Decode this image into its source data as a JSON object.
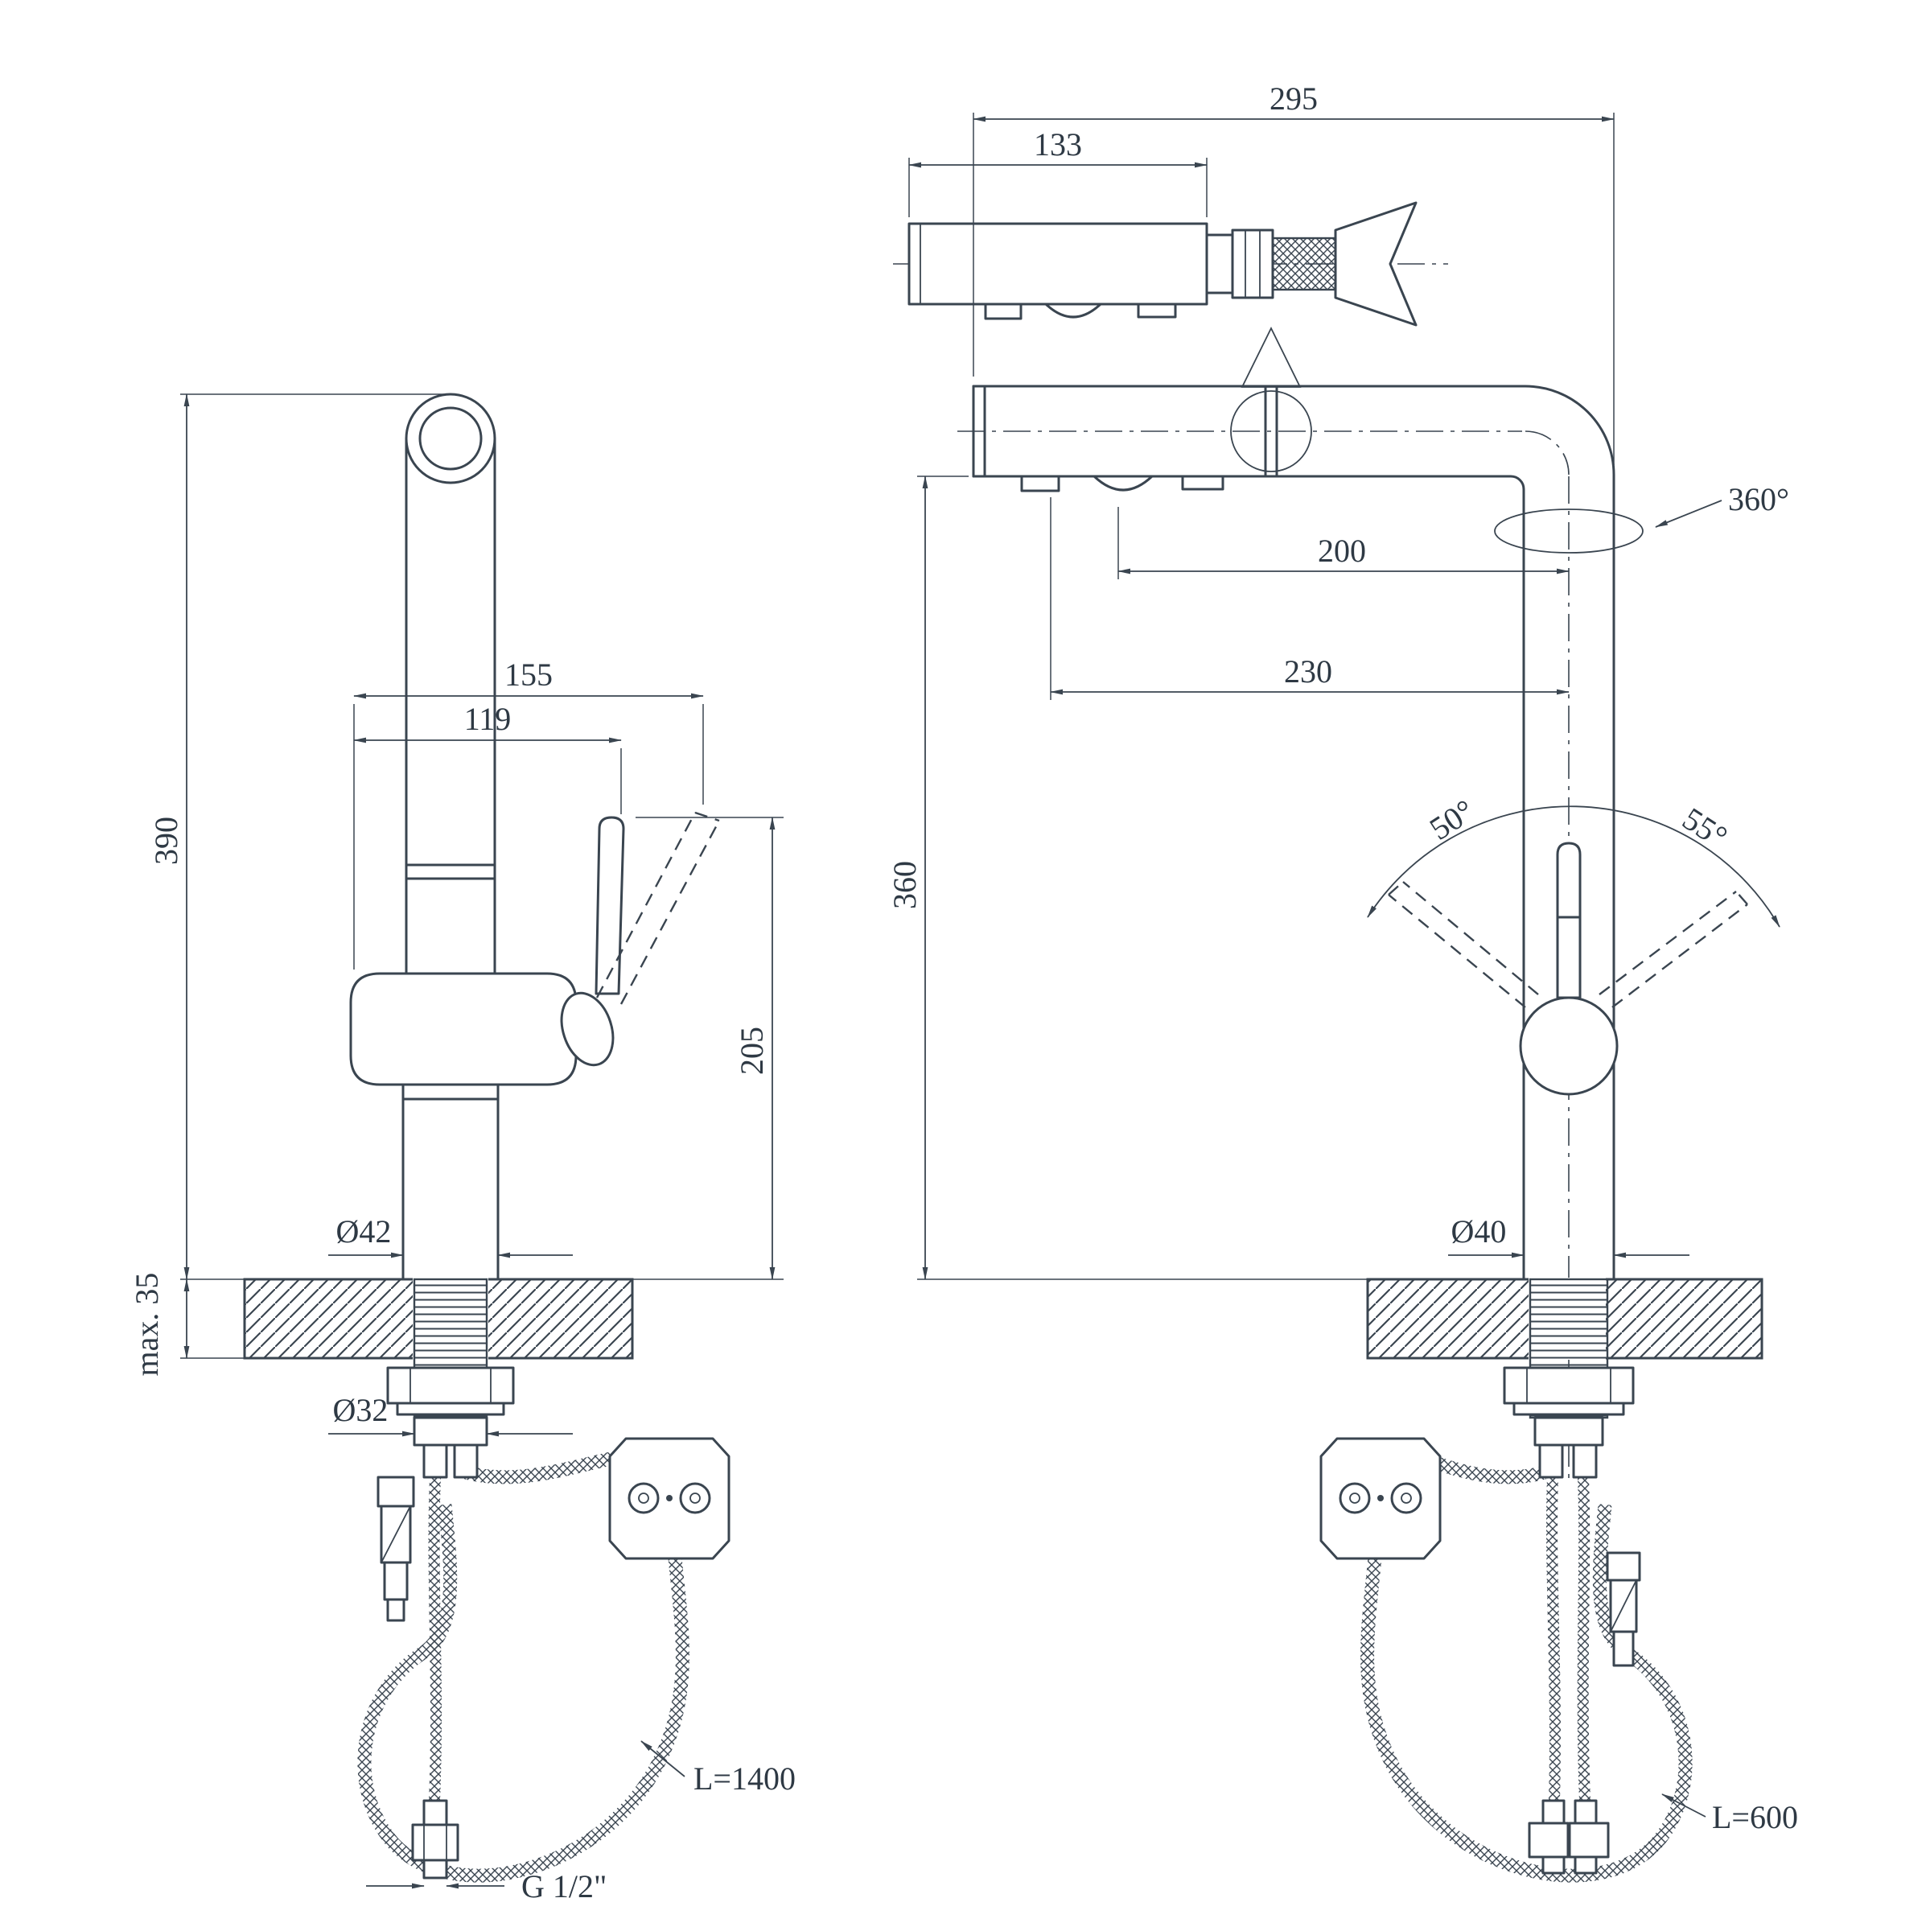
{
  "left": {
    "h390": "390",
    "max35": "max. 35",
    "w155": "155",
    "w119": "119",
    "h205": "205",
    "d42": "Ø42",
    "d32": "Ø32",
    "hose": "L=1400",
    "thread": "G 1/2\""
  },
  "right": {
    "w295": "295",
    "w133": "133",
    "rot": "360°",
    "r200": "200",
    "r230": "230",
    "h360": "360",
    "a50": "50°",
    "a55": "55°",
    "d40": "Ø40",
    "hose": "L=600"
  },
  "colors": {
    "line": "#3a4550",
    "text": "#2e3944",
    "background": "#ffffff"
  }
}
